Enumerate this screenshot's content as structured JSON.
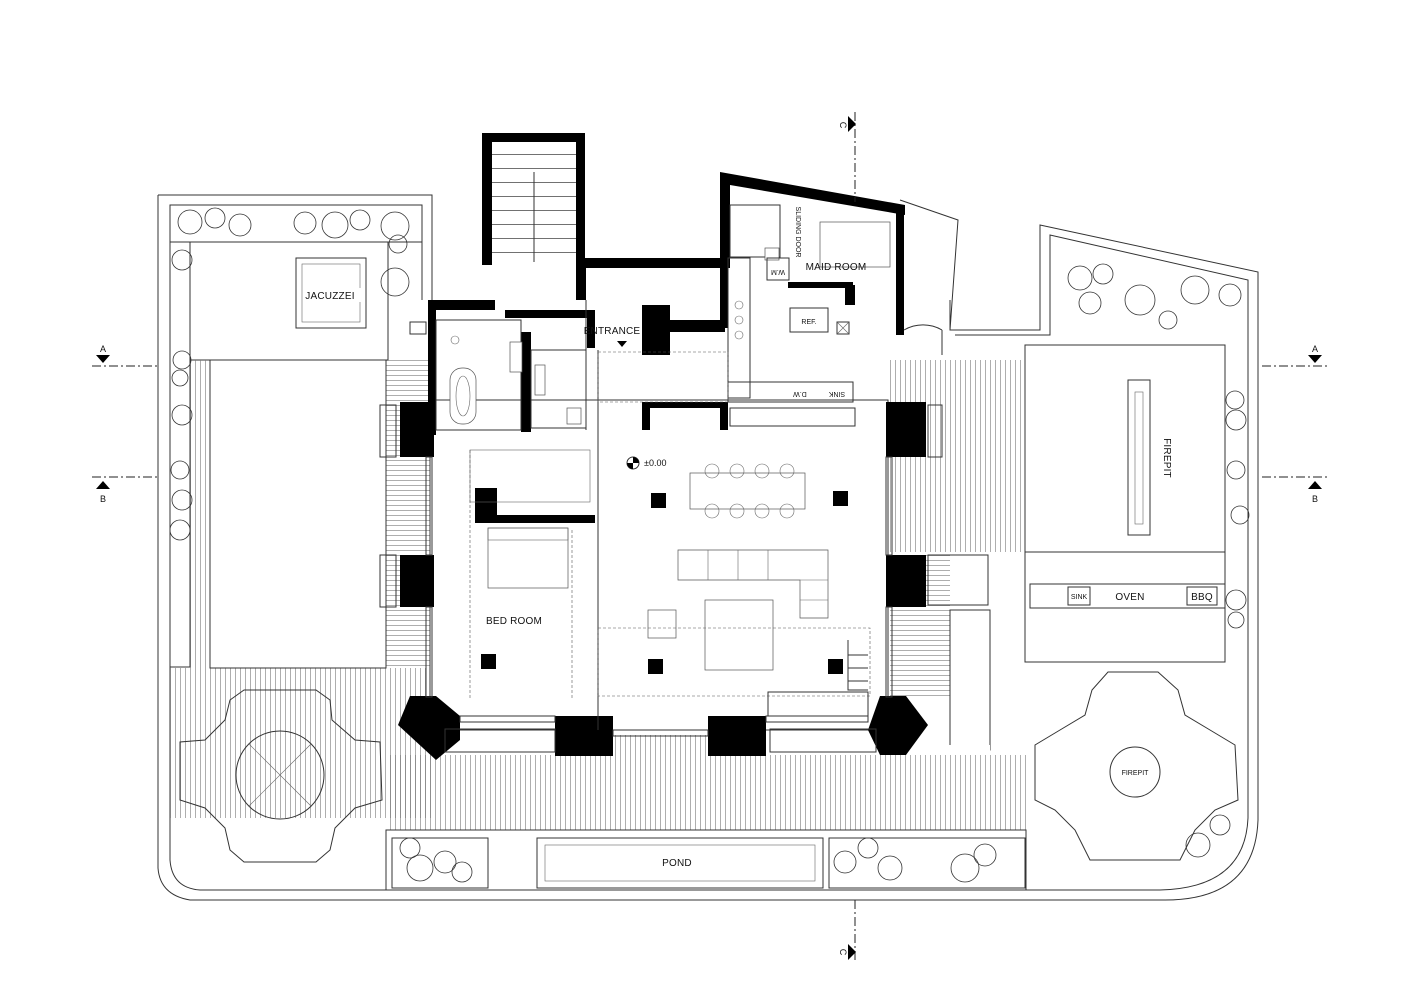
{
  "rooms": {
    "maid_room": "MAID ROOM",
    "entrance": "ENTRANCE",
    "bed_room": "BED ROOM",
    "jacuzzi": "JACUZZEI",
    "pond": "POND",
    "firepit_east": "FIREPIT",
    "firepit_round": "FIREPIT"
  },
  "fixtures": {
    "sink": "SINK",
    "oven": "OVEN",
    "bbq": "BBQ",
    "ref": "REF.",
    "wm": "W.M",
    "dw": "D.W",
    "sink_small": "SINK",
    "sliding_door": "SLIDING DOOR"
  },
  "level": "±0.00",
  "section_markers": {
    "a": "A",
    "b": "B",
    "c": "C"
  }
}
